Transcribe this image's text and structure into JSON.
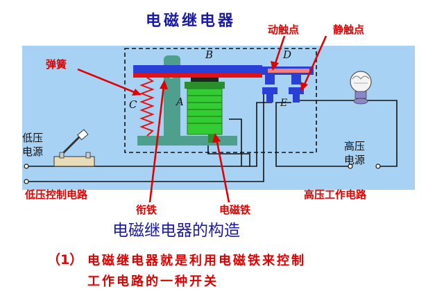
{
  "title": "电磁继电器",
  "labels": {
    "dong_chudian": "动触点",
    "jing_chudian": "静触点",
    "tanhuang": "弹簧",
    "B": "B",
    "D": "D",
    "C": "C",
    "A": "A",
    "E": "E",
    "diya_line1": "低压",
    "diya_line2": "电源",
    "gaoya_line1": "高压",
    "gaoya_line2": "电源",
    "diya_circuit": "低压控制电路",
    "gaoya_circuit": "高压工作电路",
    "xiantie": "衔铁",
    "diancitie": "电磁铁"
  },
  "subtitle": "电磁继电器的构造",
  "description": {
    "number": "（1）",
    "line1": "电磁继电器就是利用电磁铁来控制",
    "line2": "工作电路的一种开关"
  },
  "colors": {
    "panel": "#a8d2f4",
    "callout": "#e00000",
    "blue_part": "#2a3fd6",
    "red_part": "#e61010",
    "coil": "#33cc33",
    "frame": "#4f9f8f",
    "subtitle": "#1a1aa8"
  }
}
